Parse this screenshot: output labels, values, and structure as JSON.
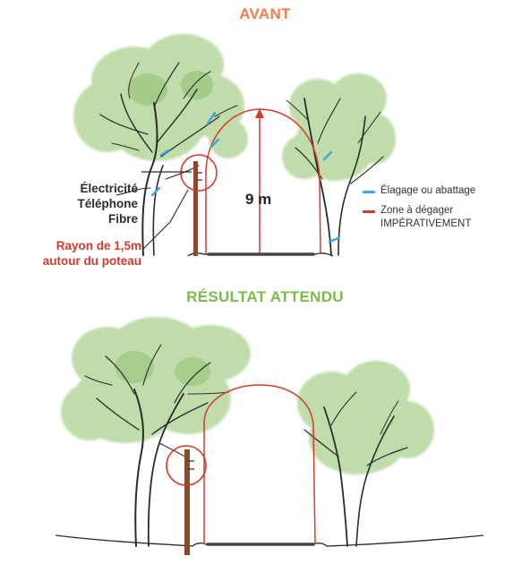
{
  "titles": {
    "before": "AVANT",
    "after": "RÉSULTAT ATTENDU"
  },
  "labels": {
    "network": [
      "Électricité",
      "Téléphone",
      "Fibre"
    ],
    "radius": [
      "Rayon de 1,5m",
      "autour du poteau"
    ],
    "height": "9 m"
  },
  "legend": [
    {
      "label": "Élagage ou abattage",
      "color": "#39a7e0"
    },
    {
      "label": "Zone à dégager",
      "label2": "IMPÉRATIVEMENT",
      "color": "#d8392b"
    }
  ],
  "colors": {
    "foliage": "#b5d79c",
    "foliage_dark": "#8fc06e",
    "branch": "#2b2b2b",
    "pole": "#8a4a2a",
    "zone": "#d8392b",
    "trim": "#39a7e0"
  }
}
